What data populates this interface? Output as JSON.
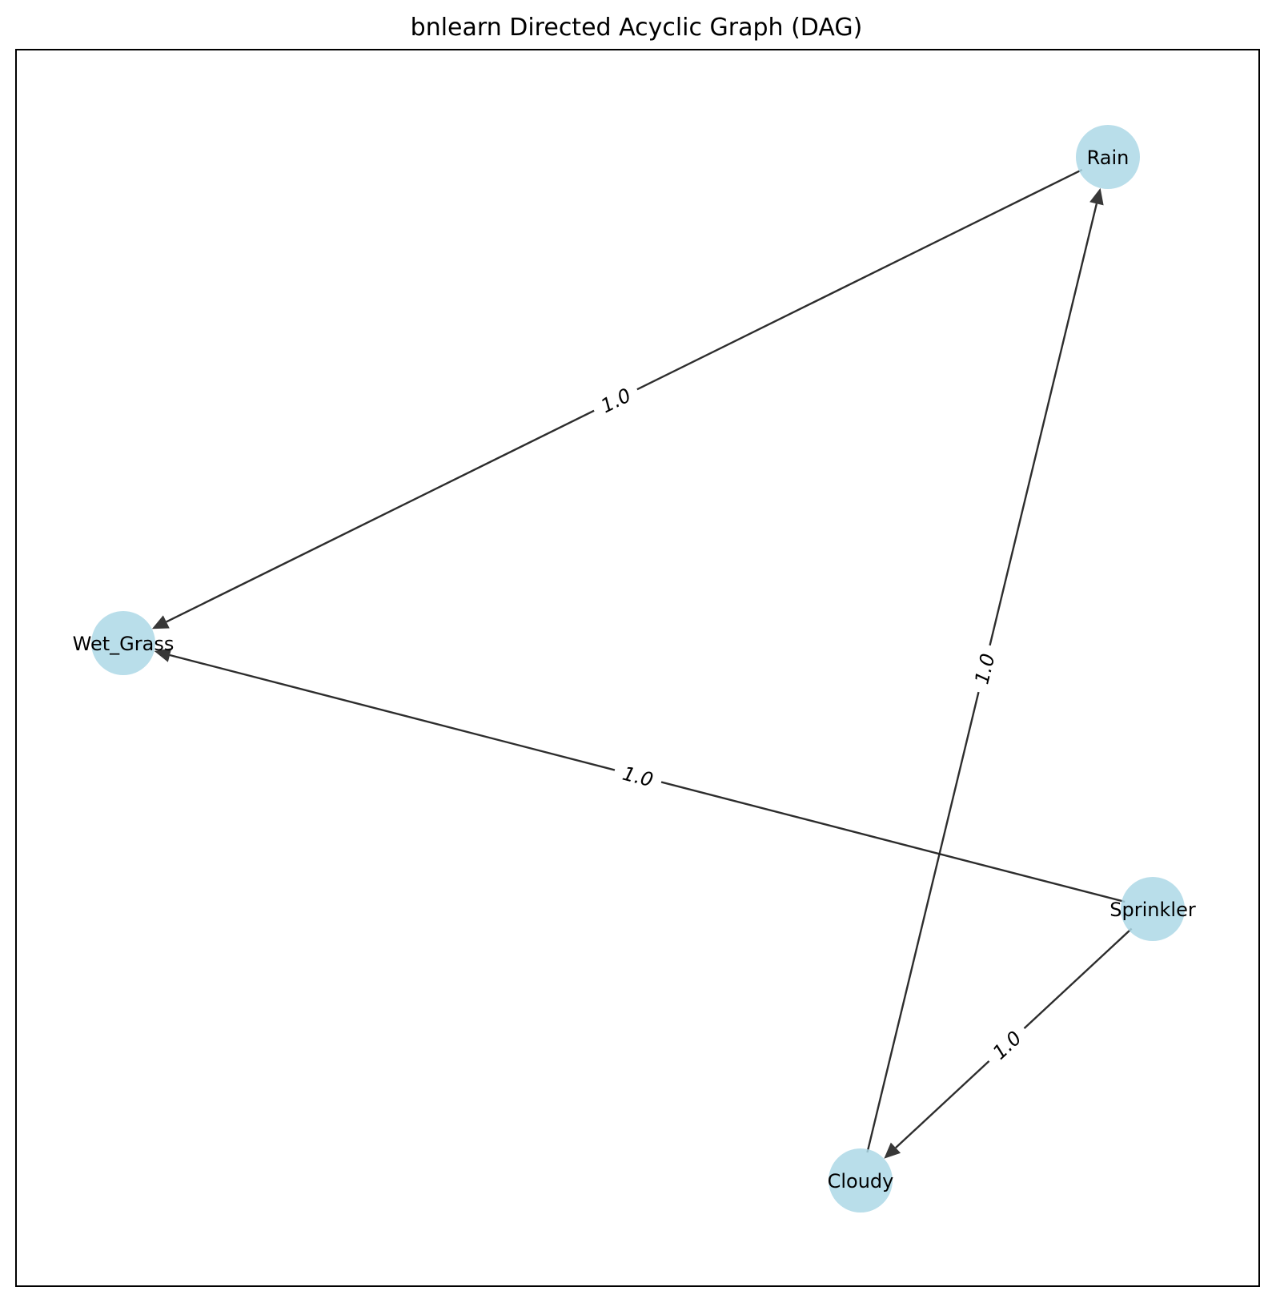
{
  "title": "bnlearn Directed Acyclic Graph (DAG)",
  "colors": {
    "node_fill": "#add8e6",
    "edge": "#222222",
    "frame": "#000000"
  },
  "nodes": [
    {
      "id": "Rain",
      "label": "Rain"
    },
    {
      "id": "Wet_Grass",
      "label": "Wet_Grass"
    },
    {
      "id": "Sprinkler",
      "label": "Sprinkler"
    },
    {
      "id": "Cloudy",
      "label": "Cloudy"
    }
  ],
  "edges": [
    {
      "source": "Rain",
      "target": "Wet_Grass",
      "label": "1.0"
    },
    {
      "source": "Cloudy",
      "target": "Rain",
      "label": "1.0"
    },
    {
      "source": "Sprinkler",
      "target": "Wet_Grass",
      "label": "1.0"
    },
    {
      "source": "Sprinkler",
      "target": "Cloudy",
      "label": "1.0"
    }
  ]
}
